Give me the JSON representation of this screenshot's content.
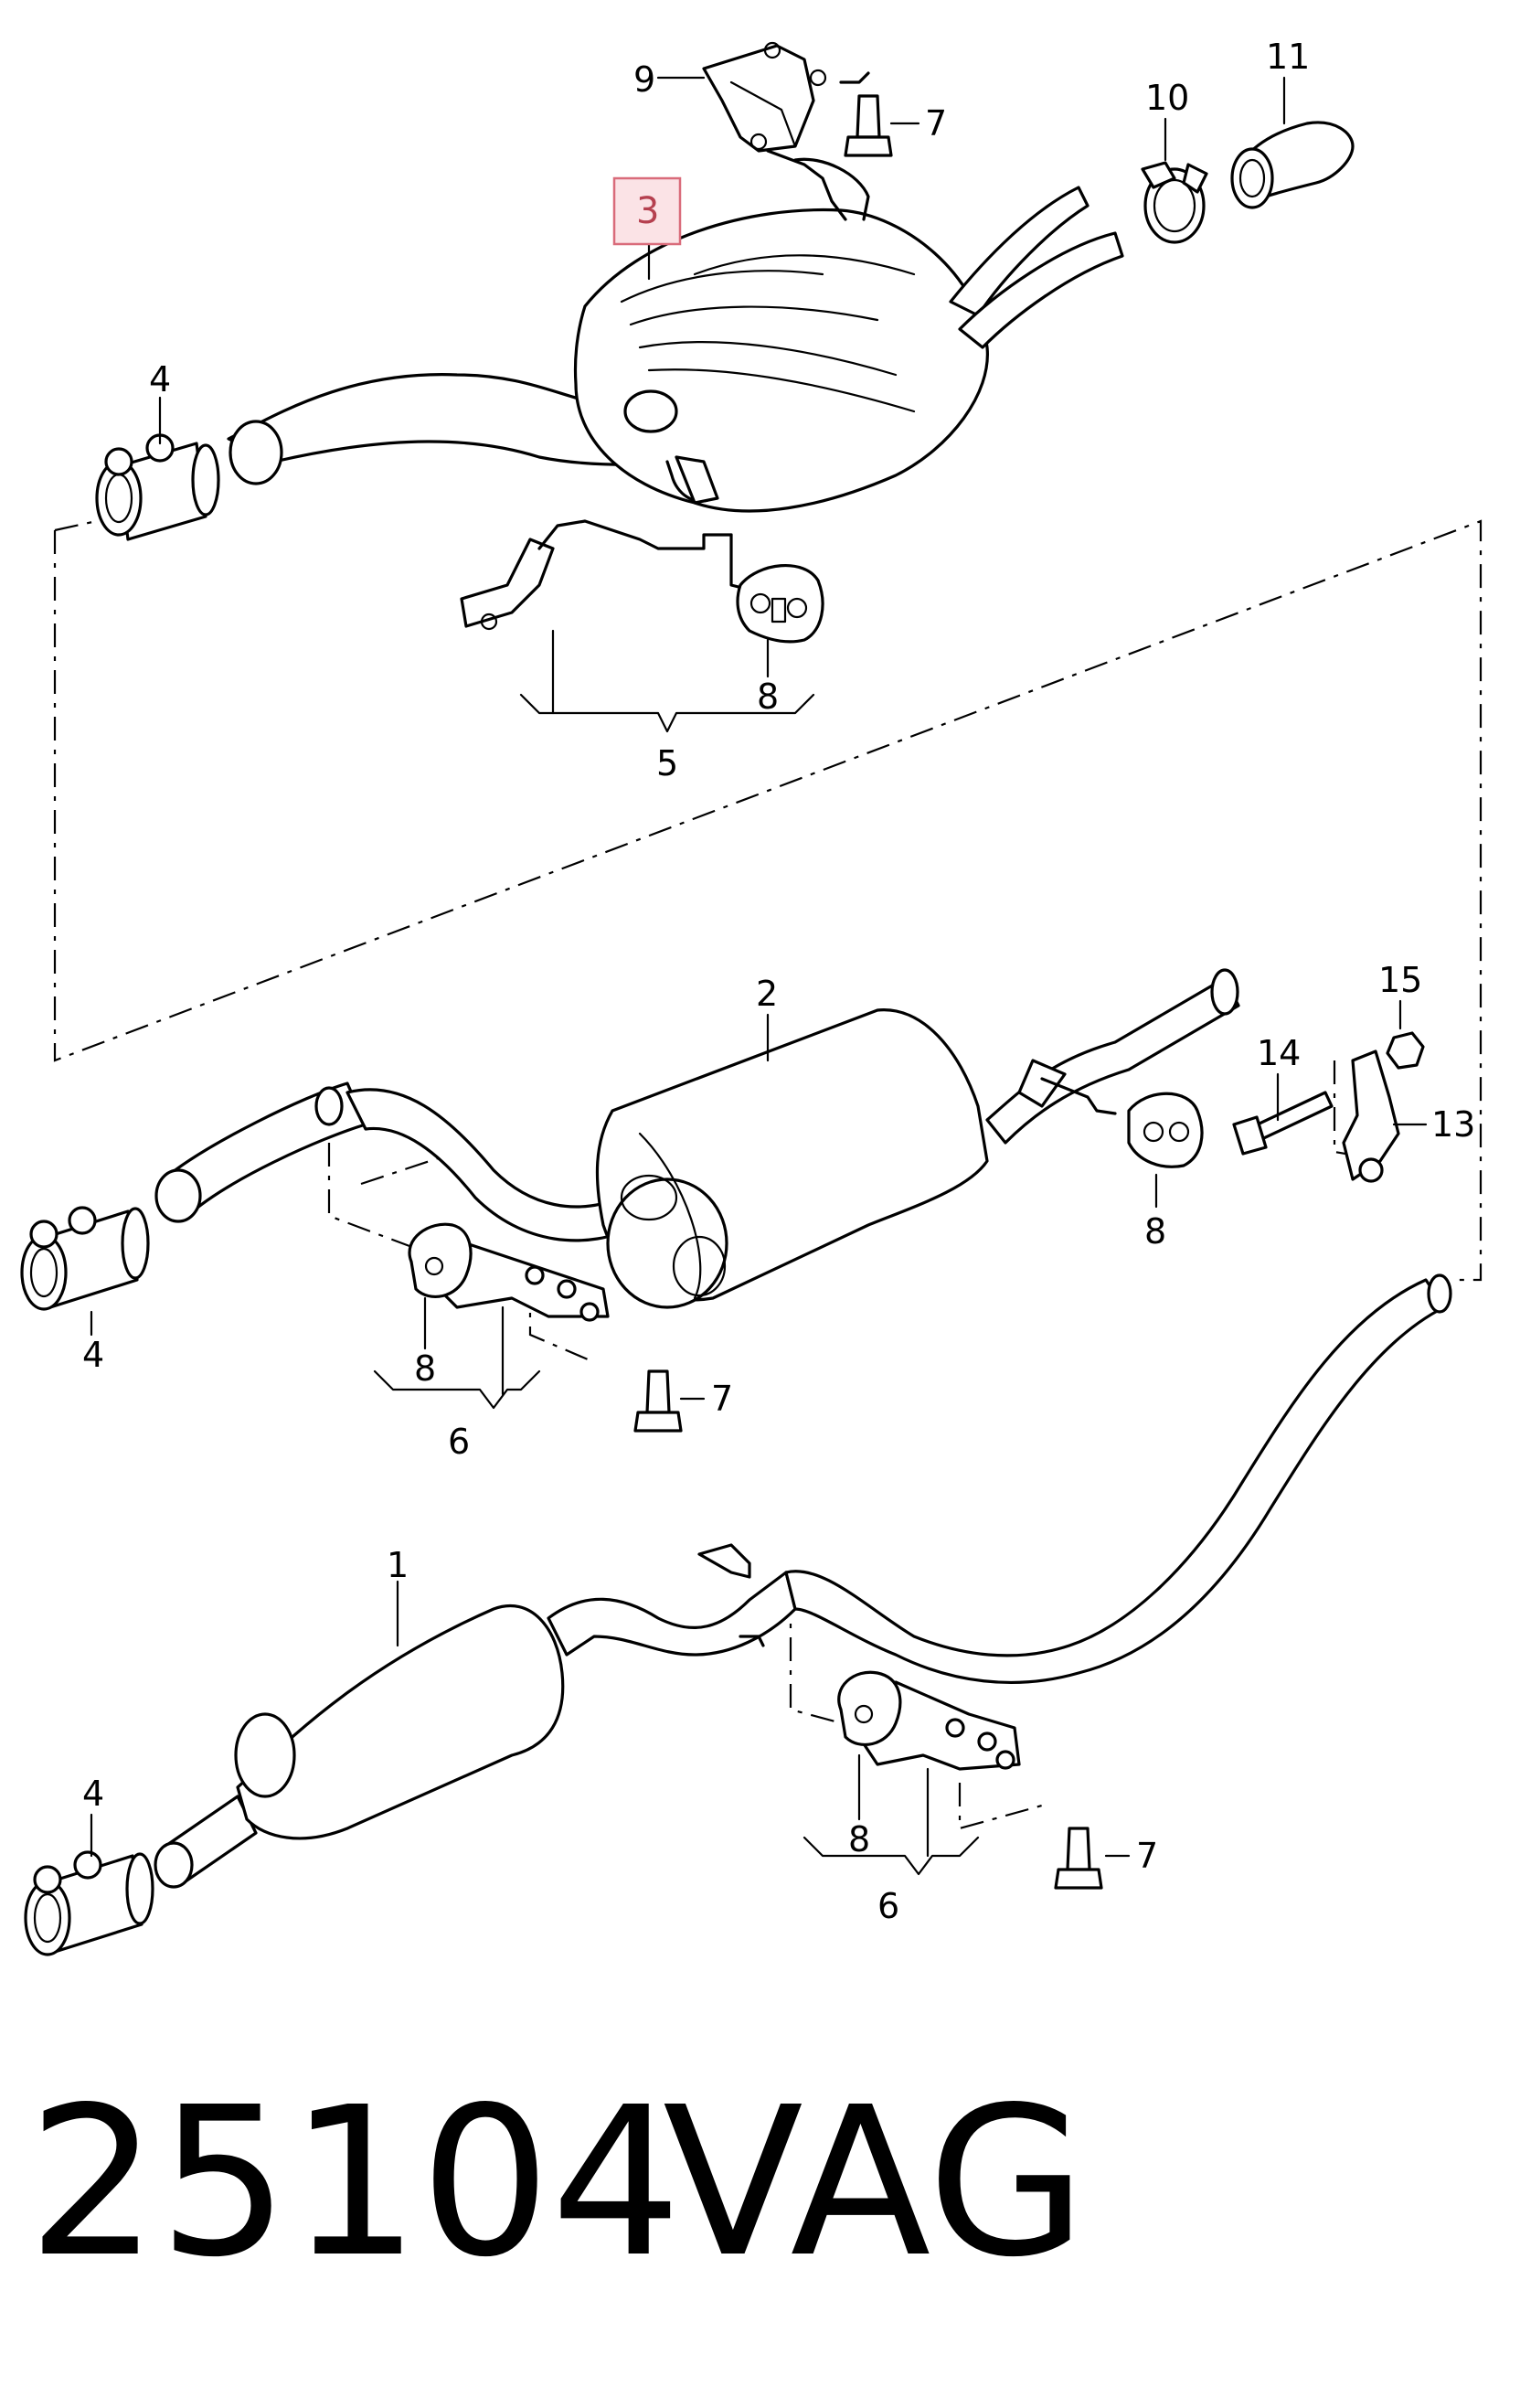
{
  "labels": {
    "p1": "1",
    "p2": "2",
    "p3": "3",
    "p4a": "4",
    "p4b": "4",
    "p4c": "4",
    "p5": "5",
    "p6a": "6",
    "p6b": "6",
    "p7a": "7",
    "p7b": "7",
    "p7c": "7",
    "p8a": "8",
    "p8b": "8",
    "p8c": "8",
    "p8d": "8",
    "p9": "9",
    "p10": "10",
    "p11": "11",
    "p13": "13",
    "p14": "14",
    "p15": "15"
  },
  "highlight": {
    "part": "3",
    "fill": "#fbe3e6",
    "stroke": "#d96b7a"
  },
  "footer": {
    "number": "25104",
    "brand": "VAG"
  }
}
